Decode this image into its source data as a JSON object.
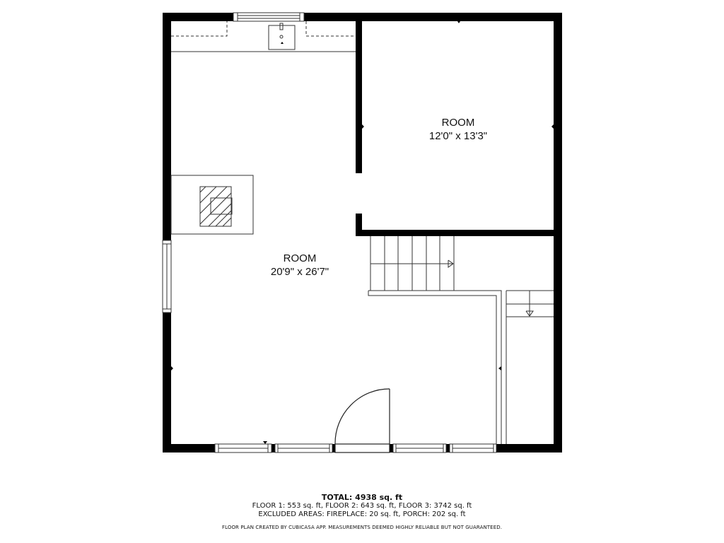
{
  "rooms": [
    {
      "name": "ROOM",
      "dimensions": "20'9\" x 26'7\""
    },
    {
      "name": "ROOM",
      "dimensions": "12'0\" x 13'3\""
    }
  ],
  "summary": {
    "total": "TOTAL: 4938 sq. ft",
    "floors": "FLOOR 1: 553 sq. ft, FLOOR 2: 643 sq. ft, FLOOR 3: 3742 sq. ft",
    "excluded": "EXCLUDED AREAS: FIREPLACE: 20 sq. ft, PORCH: 202 sq. ft",
    "disclaimer": "FLOOR PLAN CREATED BY CUBICASA APP. MEASUREMENTS DEEMED HIGHLY RELIABLE BUT NOT GUARANTEED."
  },
  "colors": {
    "wall": "#000000",
    "line": "#333333",
    "background": "#ffffff"
  }
}
